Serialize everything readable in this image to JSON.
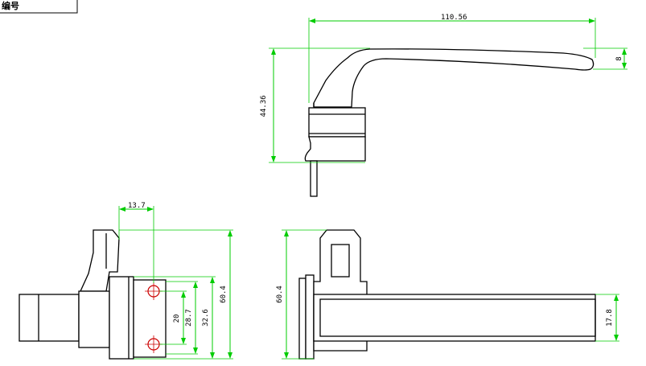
{
  "title_block": {
    "label": "编号"
  },
  "dimensions": {
    "top_length": "110.56",
    "top_height": "44.36",
    "top_tip": "8",
    "side_offset": "13.7",
    "hole_pitch": "20",
    "hole_span": "28.7",
    "base_height": "32.6",
    "side_total": "60.4",
    "front_total": "60.4",
    "bar_height": "17.8"
  },
  "colors": {
    "dimension": "#00cc00",
    "outline": "#000000",
    "hole": "#cc0000"
  }
}
